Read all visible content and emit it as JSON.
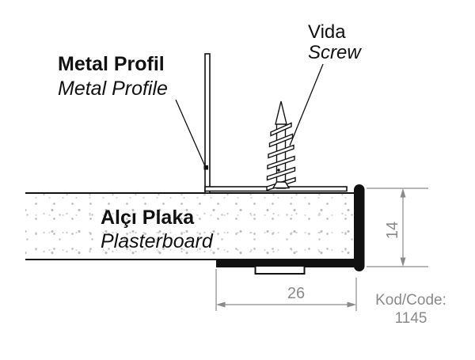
{
  "labels": {
    "metal_profile_tr": "Metal Profil",
    "metal_profile_en": "Metal Profile",
    "screw_tr": "Vida",
    "screw_en": "Screw",
    "plasterboard_tr": "Alçı Plaka",
    "plasterboard_en": "Plasterboard"
  },
  "dimensions": {
    "edge_height": "14",
    "flange_width": "26"
  },
  "code": {
    "label": "Kod/Code:",
    "value": "1145"
  },
  "colors": {
    "line": "#111111",
    "dimension": "#8a8a8a",
    "background": "#ffffff",
    "speckle": "#c7c7c7"
  }
}
